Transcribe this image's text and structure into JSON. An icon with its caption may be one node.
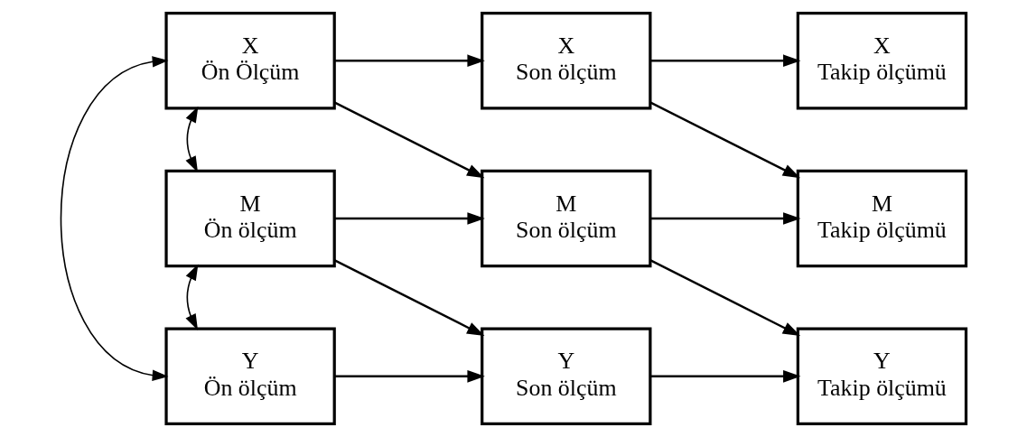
{
  "diagram": {
    "nodes": [
      {
        "text": [
          "X",
          "Ön Ölçüm"
        ]
      },
      {
        "text": [
          "X",
          "Son ölçüm"
        ]
      },
      {
        "text": [
          "X",
          "Takip ölçümü"
        ]
      },
      {
        "text": [
          "M",
          "Ön ölçüm"
        ]
      },
      {
        "text": [
          "M",
          "Son ölçüm"
        ]
      },
      {
        "text": [
          "M",
          "Takip ölçümü"
        ]
      },
      {
        "text": [
          "Y",
          "Ön ölçüm"
        ]
      },
      {
        "text": [
          "Y",
          "Son ölçüm"
        ]
      },
      {
        "text": [
          "Y",
          "Takip ölçümü"
        ]
      }
    ],
    "edges": [
      {
        "from": 0,
        "to": 1,
        "arrow": "to"
      },
      {
        "from": 1,
        "to": 2,
        "arrow": "to"
      },
      {
        "from": 0,
        "to": 4,
        "arrow": "to"
      },
      {
        "from": 1,
        "to": 5,
        "arrow": "to"
      },
      {
        "from": 3,
        "to": 4,
        "arrow": "to"
      },
      {
        "from": 3,
        "to": 7,
        "arrow": "to"
      },
      {
        "from": 4,
        "to": 5,
        "arrow": "to"
      },
      {
        "from": 4,
        "to": 8,
        "arrow": "to"
      },
      {
        "from": 6,
        "to": 7,
        "arrow": "to"
      },
      {
        "from": 7,
        "to": 8,
        "arrow": "to"
      },
      {
        "from": 0,
        "to": 3,
        "arrow": "both"
      },
      {
        "from": 3,
        "to": 6,
        "arrow": "both"
      },
      {
        "from": 0,
        "to": 6,
        "arrow": "both"
      }
    ]
  }
}
